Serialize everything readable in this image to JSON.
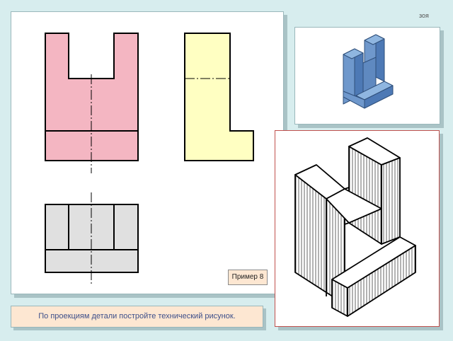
{
  "corner_label": "зоя",
  "example_button_label": "Пример 8",
  "instruction_text": "По проекциям детали постройте технический рисунок.",
  "colors": {
    "background": "#d7edee",
    "front_view_fill": "#f4b6c2",
    "side_view_fill": "#ffffc2",
    "top_view_fill": "#e0e0e0",
    "model_face_top": "#8fb6e0",
    "model_face_left": "#6f98cc",
    "model_face_right": "#4d79b5",
    "tech_panel_border": "#c0504d",
    "instruction_text": "#3d4f8a"
  }
}
